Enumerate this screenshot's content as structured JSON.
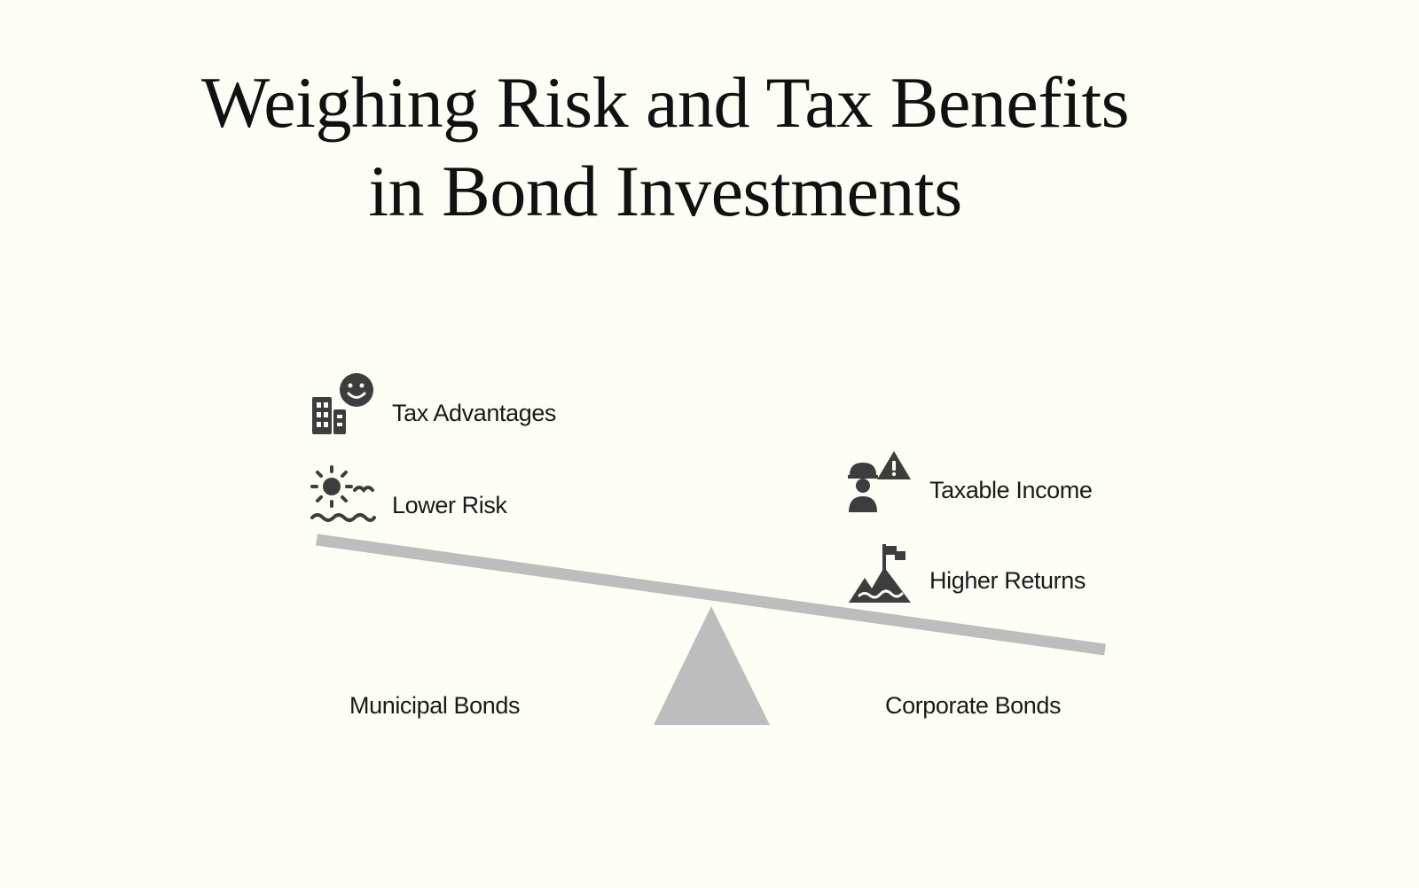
{
  "title": {
    "line1": "Weighing Risk and Tax Benefits",
    "line2": "in Bond Investments"
  },
  "left": {
    "group_label": "Municipal Bonds",
    "items": [
      {
        "label": "Tax Advantages",
        "icon": "building-smiley-icon"
      },
      {
        "label": "Lower Risk",
        "icon": "calm-sun-waves-icon"
      }
    ]
  },
  "right": {
    "group_label": "Corporate Bonds",
    "items": [
      {
        "label": "Taxable Income",
        "icon": "worker-warning-icon"
      },
      {
        "label": "Higher Returns",
        "icon": "mountain-flag-icon"
      }
    ]
  },
  "colors": {
    "background": "#fdfdf5",
    "beam": "#bdbdbd",
    "fulcrum": "#bdbdbd",
    "icon": "#3d3d3d"
  }
}
